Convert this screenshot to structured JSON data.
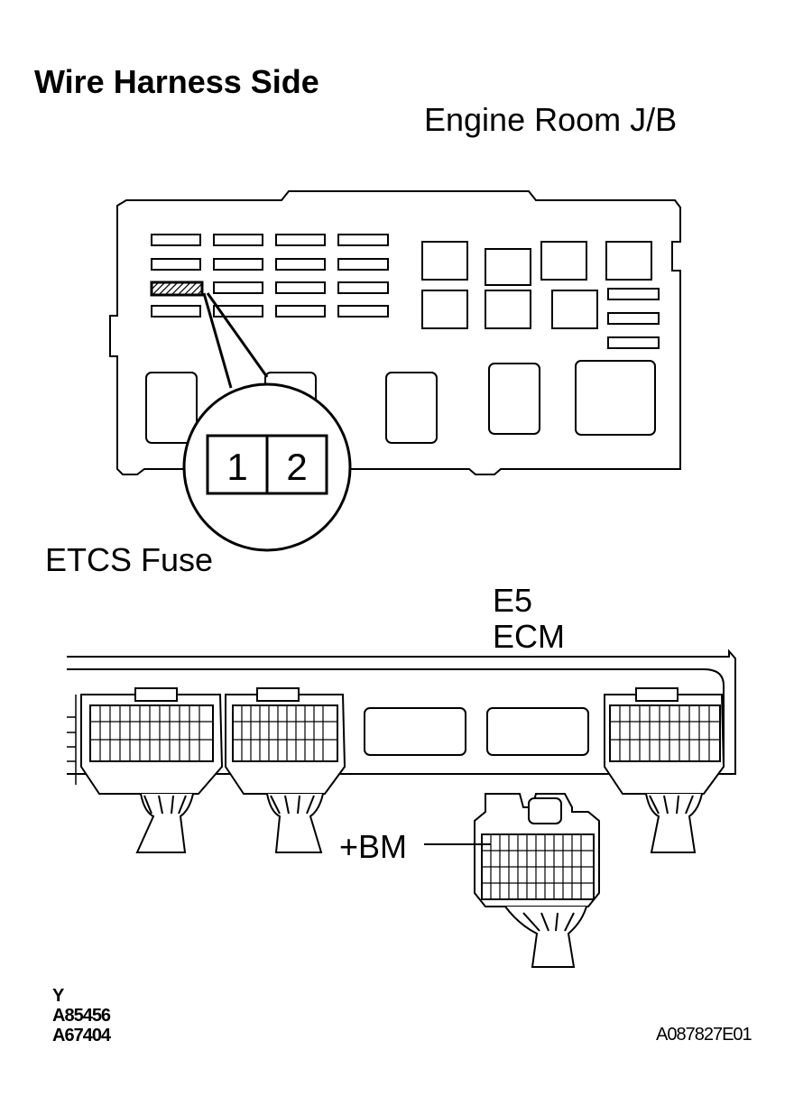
{
  "title": "Wire Harness Side",
  "junction_block": {
    "label": "Engine Room J/B"
  },
  "fuse": {
    "label": "ETCS Fuse",
    "pins": [
      "1",
      "2"
    ]
  },
  "connector": {
    "code": "E5",
    "name": "ECM"
  },
  "terminal": {
    "label": "+BM"
  },
  "figure_refs": [
    "Y",
    "A85456",
    "A67404"
  ],
  "figure_id": "A087827E01"
}
